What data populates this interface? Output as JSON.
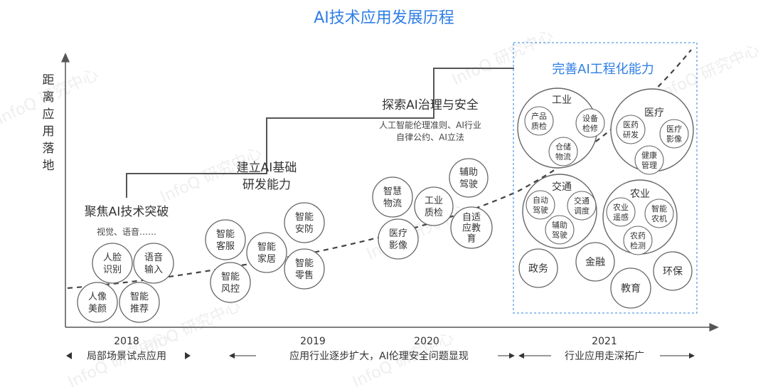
{
  "title": "AI技术应用发展历程",
  "y_axis_label": [
    "距",
    "离",
    "应",
    "用",
    "落",
    "地"
  ],
  "watermark": "InfoQ 研究中心",
  "colors": {
    "accent": "#2f7ee6",
    "ink": "#333333",
    "line": "#555555",
    "circle_border": "#666666",
    "dashed_box": "#5b9de8"
  },
  "stages": [
    {
      "heading": "聚焦AI技术突破",
      "subtext": "视觉、语音……"
    },
    {
      "heading_lines": [
        "建立AI基础",
        "研发能力"
      ]
    },
    {
      "heading": "探索AI治理与安全",
      "subtext_lines": [
        "人工智能伦理准则、AI行业",
        "自律公约、AI立法"
      ]
    },
    {
      "heading": "完善AI工程化能力"
    }
  ],
  "bubbles": {
    "b2018": [
      [
        "人脸",
        "识别"
      ],
      [
        "语音",
        "输入"
      ],
      [
        "人像",
        "美颜"
      ],
      [
        "智能",
        "推荐"
      ]
    ],
    "b2019": [
      [
        "智能",
        "客服"
      ],
      [
        "智能",
        "安防"
      ],
      [
        "智能",
        "家居"
      ],
      [
        "智能",
        "风控"
      ],
      [
        "智能",
        "零售"
      ]
    ],
    "b2020": [
      [
        "智慧",
        "物流"
      ],
      [
        "辅助",
        "驾驶"
      ],
      [
        "工业",
        "质检"
      ],
      [
        "医疗",
        "影像"
      ],
      [
        "自适",
        "应教",
        "育"
      ]
    ],
    "b2021_groups": {
      "industry": {
        "label": "工业",
        "items": [
          [
            "产品",
            "质检"
          ],
          [
            "设备",
            "检修"
          ],
          [
            "仓储",
            "物流"
          ]
        ]
      },
      "medical": {
        "label": "医疗",
        "items": [
          [
            "医药",
            "研发"
          ],
          [
            "医疗",
            "影像"
          ],
          [
            "健康",
            "管理"
          ]
        ]
      },
      "transport": {
        "label": "交通",
        "items": [
          [
            "自动",
            "驾驶"
          ],
          [
            "交通",
            "调度"
          ],
          [
            "辅助",
            "驾驶"
          ]
        ]
      },
      "agriculture": {
        "label": "农业",
        "items": [
          [
            "农业",
            "遥感"
          ],
          [
            "智能",
            "农机"
          ],
          [
            "农药",
            "检测"
          ]
        ]
      }
    },
    "b2021_single": [
      "政务",
      "金融",
      "教育",
      "环保"
    ]
  },
  "timeline": {
    "years": [
      "2018",
      "2019",
      "2020",
      "2021"
    ],
    "phases": [
      "局部场景试点应用",
      "应用行业逐步扩大，AI伦理安全问题显现",
      "行业应用走深拓广"
    ]
  }
}
